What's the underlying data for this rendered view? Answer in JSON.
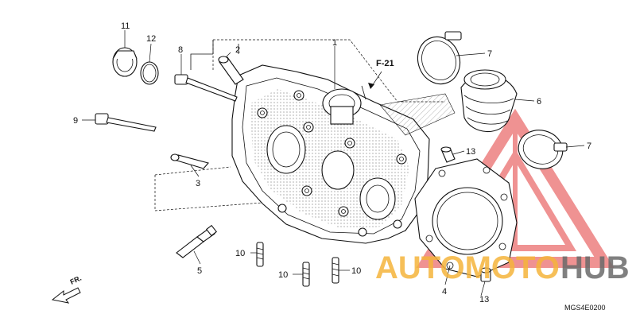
{
  "diagram": {
    "callouts": [
      "1",
      "2",
      "3",
      "4",
      "5",
      "6",
      "7",
      "7",
      "8",
      "9",
      "10",
      "10",
      "10",
      "11",
      "12",
      "13",
      "13"
    ],
    "reference": "F-21",
    "direction": "FR.",
    "drawing_code": "MGS4E0200"
  },
  "watermark": {
    "text_part1": "AUTOMOTO",
    "text_part2": "HUB",
    "color_orange": "#f5b43c",
    "color_dark": "#6b6b6b",
    "logo_color": "#e23a3a"
  }
}
